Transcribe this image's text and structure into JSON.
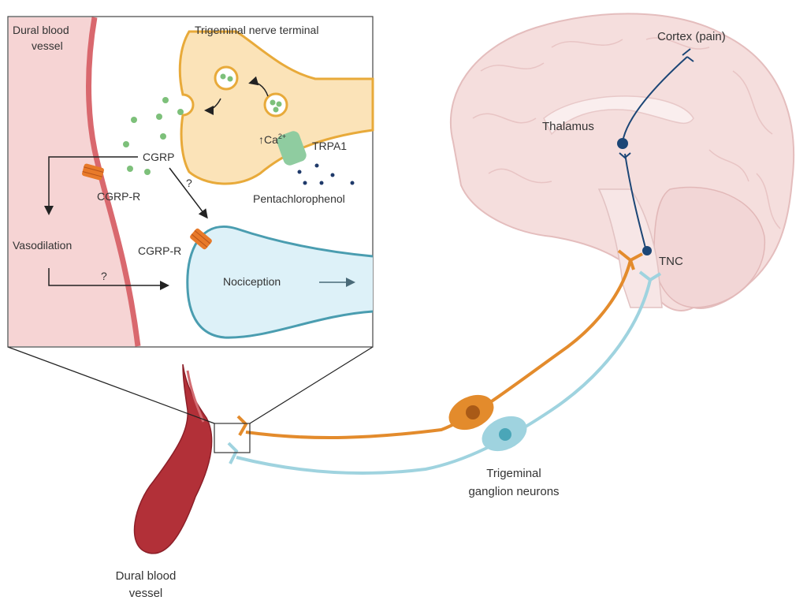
{
  "inset": {
    "vessel_label_line1": "Dural blood",
    "vessel_label_line2": "vessel",
    "terminal_label": "Trigeminal nerve terminal",
    "cgrp": "CGRP",
    "cgrp_r_vessel": "CGRP-R",
    "cgrp_r_neuron": "CGRP-R",
    "calcium": "Ca",
    "calcium_sup": "2+",
    "trpa1": "TRPA1",
    "pentachlorophenol": "Pentachlorophenol",
    "vasodilation": "Vasodilation",
    "question_1": "?",
    "question_2": "?",
    "nociception": "Nociception"
  },
  "brain": {
    "cortex": "Cortex (pain)",
    "thalamus": "Thalamus",
    "tnc": "TNC"
  },
  "periphery": {
    "ganglion_line1": "Trigeminal",
    "ganglion_line2": "ganglion neurons",
    "vessel_line1": "Dural blood",
    "vessel_line2": "vessel"
  },
  "colors": {
    "vessel_pink": "#f6d4d4",
    "vessel_wall": "#d9686e",
    "terminal_fill": "#fbe3b8",
    "terminal_stroke": "#e8aa3a",
    "nociceptor_fill": "#ddf1f8",
    "nociceptor_stroke": "#4a9db0",
    "cgrp_green": "#7dc07a",
    "receptor_orange": "#e87a2a",
    "trpa1_green": "#8fcca0",
    "pcp_navy": "#1f3a6a",
    "pathway_navy": "#1c4676",
    "brain_pink": "#f4dcdc",
    "orange_neuron": "#e38b2c",
    "blue_neuron": "#9fd3df",
    "artery_red": "#b23038"
  }
}
